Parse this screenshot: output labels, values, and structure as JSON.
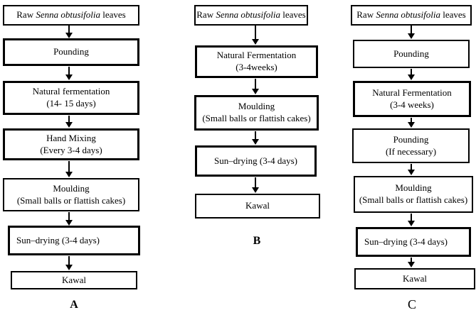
{
  "flowcharts": [
    {
      "label": "A",
      "steps": [
        {
          "pre": "Raw ",
          "species": "Senna obtusifolia",
          "post": " leaves"
        },
        {
          "line1": "Pounding"
        },
        {
          "line1": "Natural fermentation",
          "line2": "(14- 15 days)"
        },
        {
          "line1": "Hand Mixing",
          "line2": "(Every 3-4 days)"
        },
        {
          "line1": "Moulding",
          "line2": "(Small balls or flattish cakes)"
        },
        {
          "line1": "Sun–drying (3-4 days)"
        },
        {
          "line1": "Kawal"
        }
      ]
    },
    {
      "label": "B",
      "steps": [
        {
          "pre": "Raw ",
          "species": "Senna obtusifolia",
          "post": " leaves"
        },
        {
          "line1": "Natural Fermentation",
          "line2": "(3-4weeks)"
        },
        {
          "line1": "Moulding",
          "line2": "(Small balls or flattish cakes)"
        },
        {
          "line1": "Sun–drying (3-4 days)"
        },
        {
          "line1": "Kawal"
        }
      ]
    },
    {
      "label": "C",
      "steps": [
        {
          "pre": "Raw ",
          "species": "Senna obtusifolia",
          "post": " leaves"
        },
        {
          "line1": "Pounding"
        },
        {
          "line1": "Natural Fermentation",
          "line2": "(3-4 weeks)"
        },
        {
          "line1": "Pounding",
          "line2": "(If necessary)"
        },
        {
          "line1": "Moulding",
          "line2": "(Small balls or flattish cakes)"
        },
        {
          "line1": "Sun–drying (3-4 days)"
        },
        {
          "line1": "Kawal"
        }
      ]
    }
  ],
  "colors": {
    "line": "#000000",
    "background": "#ffffff"
  }
}
